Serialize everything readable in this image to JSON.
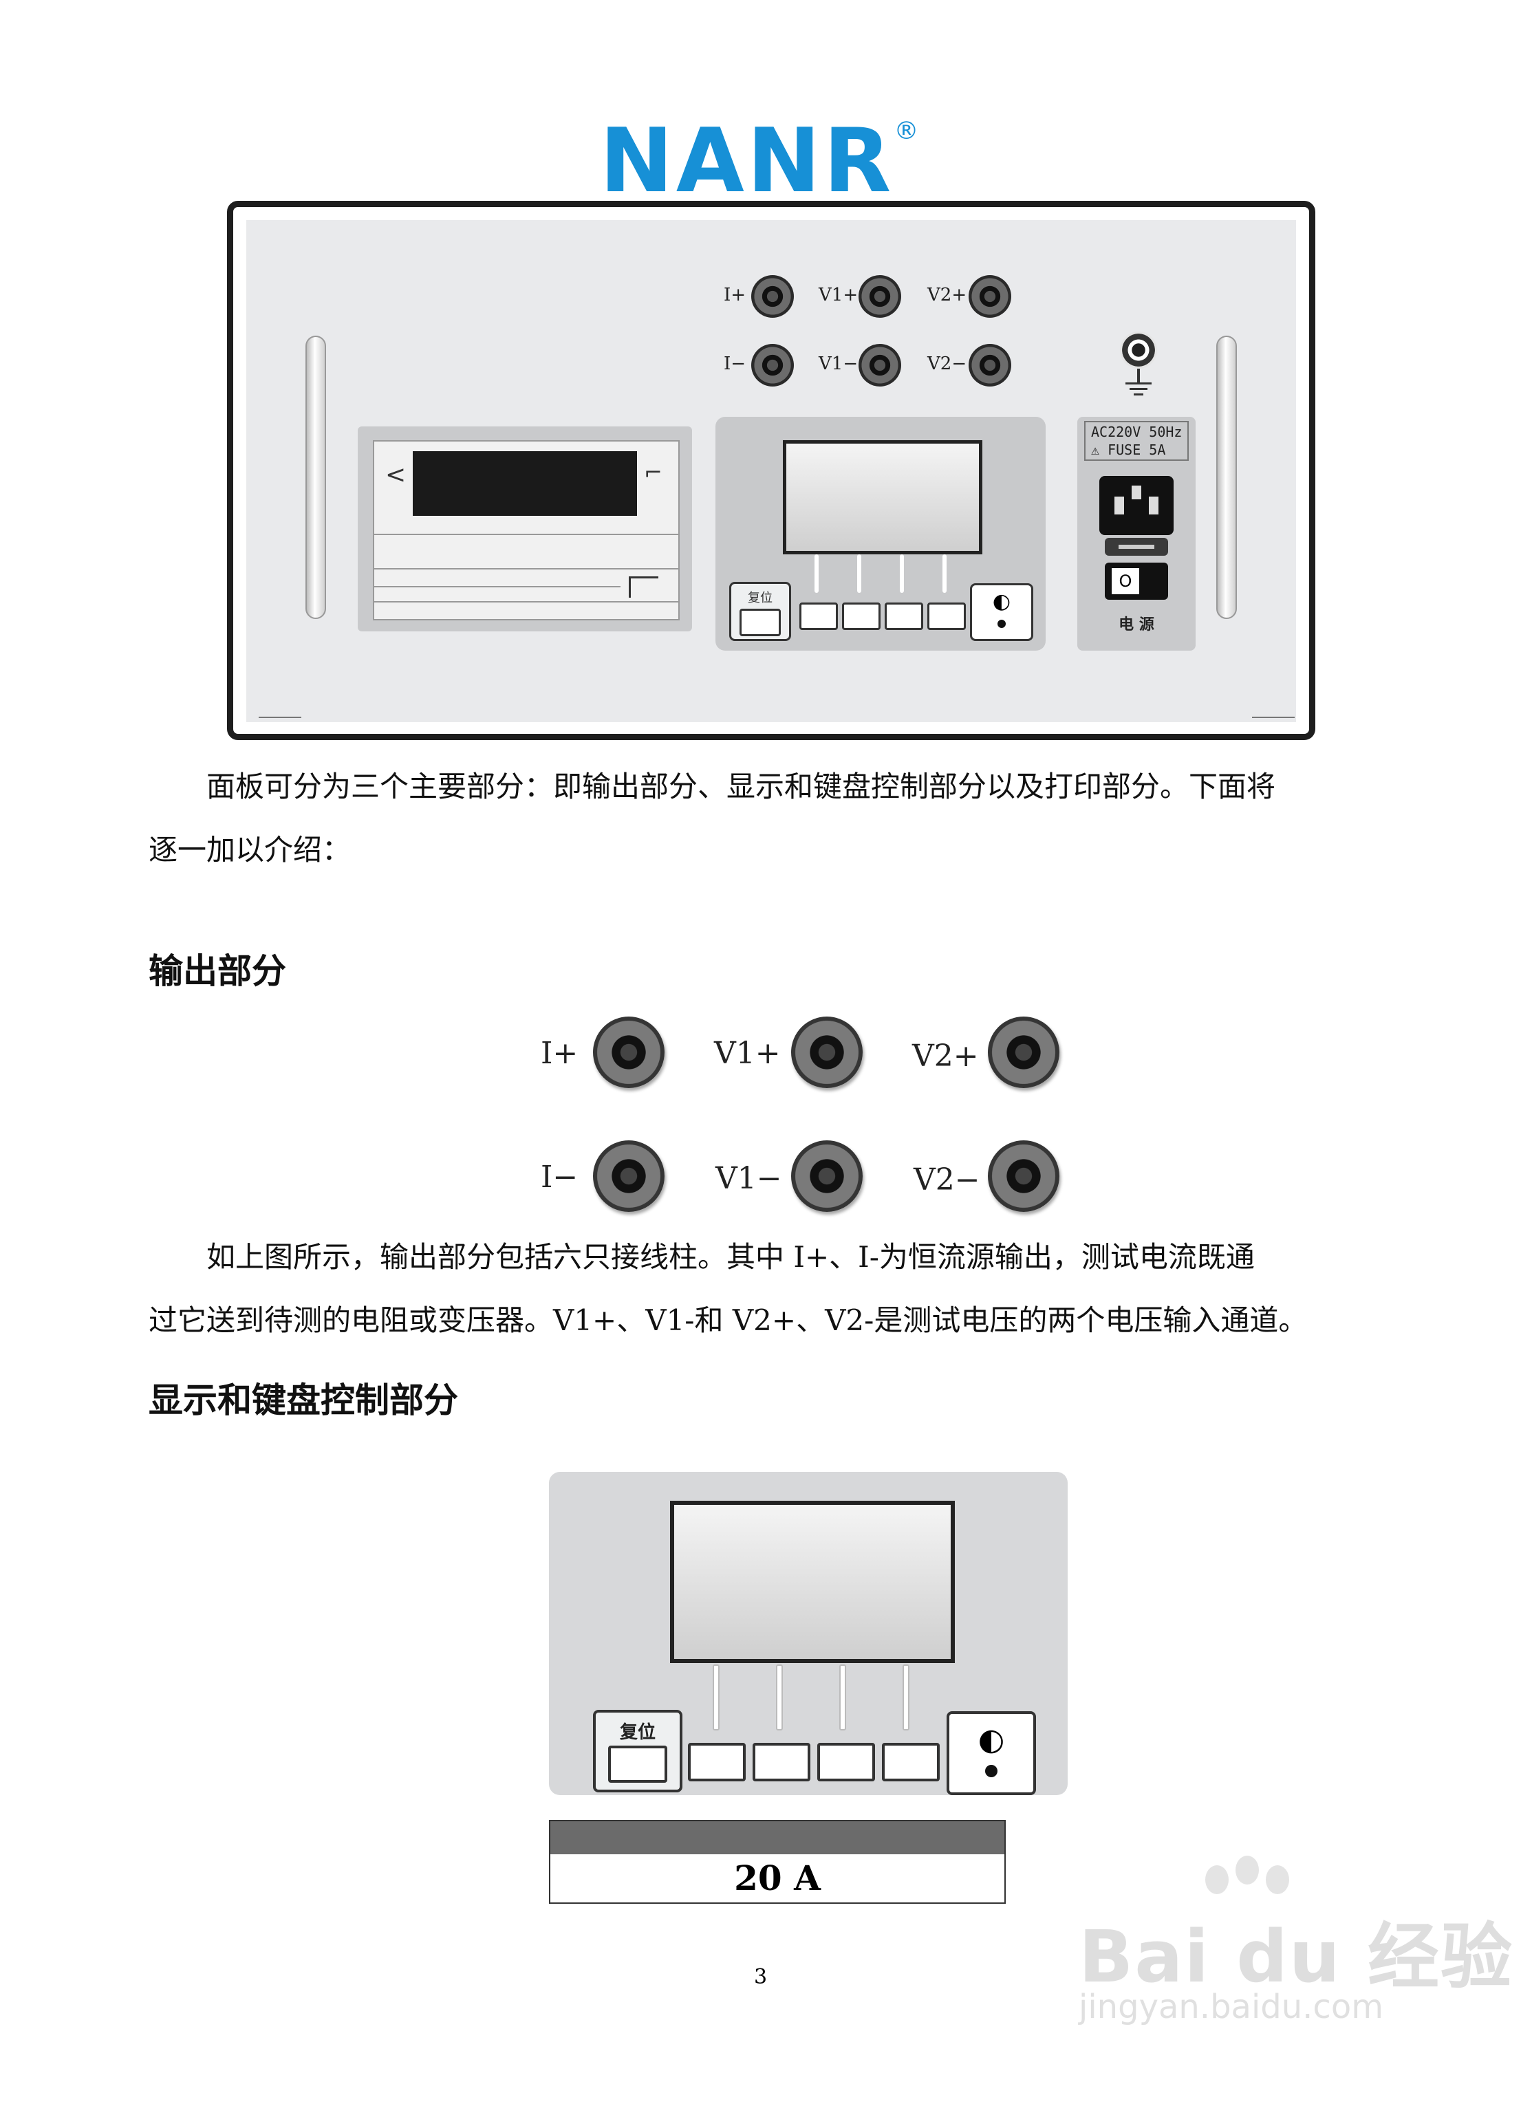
{
  "logo": {
    "text": "NANR",
    "mark": "®",
    "color": "#1790d6"
  },
  "panel": {
    "jacks_top": [
      {
        "label": "I+"
      },
      {
        "label": "V1+"
      },
      {
        "label": "V2+"
      }
    ],
    "jacks_bottom": [
      {
        "label": "I−"
      },
      {
        "label": "V1−"
      },
      {
        "label": "V2−"
      }
    ],
    "printer": {
      "left_mark": "<",
      "right_mark": "⌐"
    },
    "reset_label": "复位",
    "contrast_symbol": "◐",
    "power": {
      "line1": "AC220V 50Hz",
      "line2": "⚠ FUSE 5A",
      "switch_label": "O",
      "label": "电 源"
    }
  },
  "intro": {
    "line1": "面板可分为三个主要部分：即输出部分、显示和键盘控制部分以及打印部分。下面将",
    "line2": "逐一加以介绍："
  },
  "output_section": {
    "heading": "输出部分",
    "jacks_top": [
      {
        "label": "I+"
      },
      {
        "label": "V1+"
      },
      {
        "label": "V2+"
      }
    ],
    "jacks_bottom": [
      {
        "label": "I−"
      },
      {
        "label": "V1−"
      },
      {
        "label": "V2−"
      }
    ],
    "desc_line1": "如上图所示，输出部分包括六只接线柱。其中 I+、I-为恒流源输出，测试电流既通",
    "desc_line2": "过它送到待测的电阻或变压器。V1+、V1-和 V2+、V2-是测试电压的两个电压输入通道。"
  },
  "display_section": {
    "heading": "显示和键盘控制部分",
    "reset_label": "复位",
    "contrast_symbol": "◐",
    "range_value": "20 A"
  },
  "page_number": "3",
  "watermark": {
    "line1": "Bai du 经验",
    "line2": "jingyan.baidu.com"
  }
}
